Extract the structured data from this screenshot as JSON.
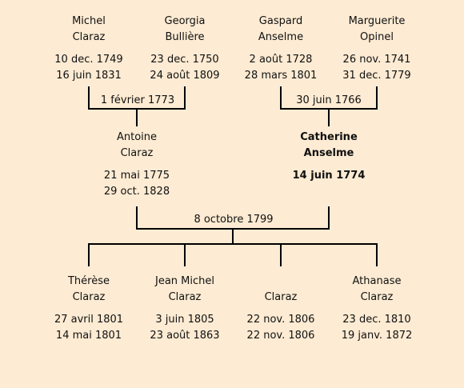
{
  "background_color": "#fdebd3",
  "line_color": "#000000",
  "grandparents": [
    {
      "first": "Michel",
      "last": "Claraz",
      "born": "10 dec. 1749",
      "died": "16 juin 1831"
    },
    {
      "first": "Georgia",
      "last": "Bullière",
      "born": "23 dec. 1750",
      "died": "24 août 1809"
    },
    {
      "first": "Gaspard",
      "last": "Anselme",
      "born": "2 août 1728",
      "died": "28 mars 1801"
    },
    {
      "first": "Marguerite",
      "last": "Opinel",
      "born": "26 nov. 1741",
      "died": "31 dec. 1779"
    }
  ],
  "grandparent_marriages": [
    {
      "date": "1 février 1773"
    },
    {
      "date": "30 juin 1766"
    }
  ],
  "parents": [
    {
      "first": "Antoine",
      "last": "Claraz",
      "born": "21 mai 1775",
      "died": "29 oct. 1828",
      "bold": false
    },
    {
      "first": "Catherine",
      "last": "Anselme",
      "born": "14 juin 1774",
      "died": "",
      "bold": true
    }
  ],
  "parent_marriage": {
    "date": "8 octobre 1799"
  },
  "children": [
    {
      "first": "Thérèse",
      "last": "Claraz",
      "born": "27 avril 1801",
      "died": "14 mai 1801"
    },
    {
      "first": "Jean Michel",
      "last": "Claraz",
      "born": "3 juin 1805",
      "died": "23 août 1863"
    },
    {
      "first": "",
      "last": "Claraz",
      "born": "22 nov. 1806",
      "died": "22 nov. 1806"
    },
    {
      "first": "Athanase",
      "last": "Claraz",
      "born": "23 dec. 1810",
      "died": "19 janv. 1872"
    }
  ]
}
